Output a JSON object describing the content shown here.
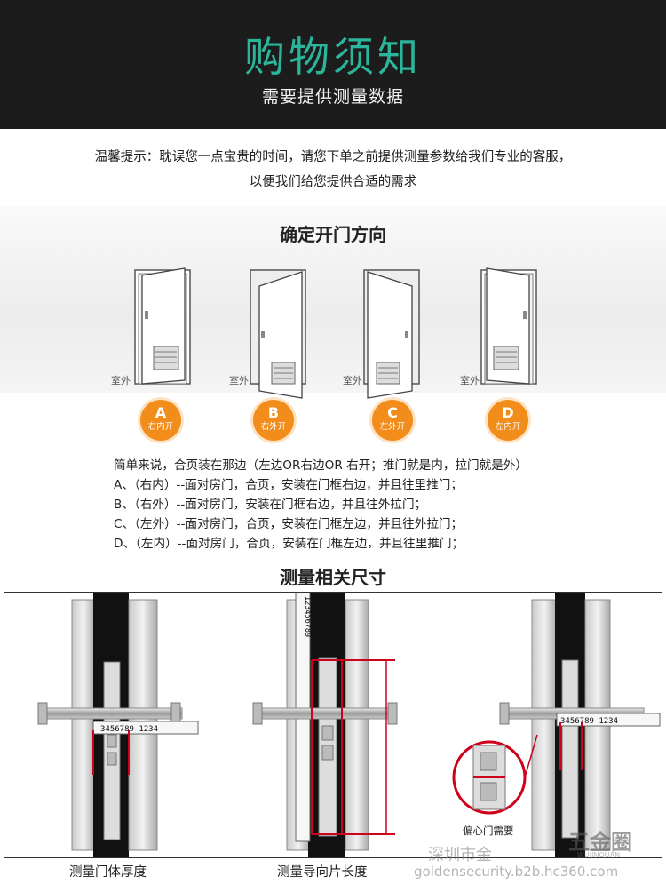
{
  "header": {
    "title": "购物须知",
    "subtitle": "需要提供测量数据"
  },
  "tip": {
    "line1": "温馨提示：耽误您一点宝贵的时间，请您下单之前提供测量参数给我们专业的客服，",
    "line2": "以便我们给您提供合适的需求"
  },
  "direction_section": {
    "title": "确定开门方向",
    "outside_label": "室外",
    "doors": [
      {
        "letter": "A",
        "label": "右内开"
      },
      {
        "letter": "B",
        "label": "右外开"
      },
      {
        "letter": "C",
        "label": "左外开"
      },
      {
        "letter": "D",
        "label": "左内开"
      }
    ],
    "description": [
      "简单来说，合页装在那边（左边OR右边OR 右开；推门就是内，拉门就是外）",
      "A、（右内）--面对房门，合页，安装在门框右边，并且往里推门；",
      "B、（右外）--面对房门，安装在门框右边，并且往外拉门；",
      "C、（左外）--面对房门，合页，安装在门框左边，并且往外拉门；",
      "D、（左内）--面对房门，合页，安装在门框左边，并且往里推门；"
    ]
  },
  "measure_section": {
    "title": "测量相关尺寸",
    "ruler_h": "3456789 1234",
    "ruler_v": "123456789",
    "zoom_label": "偏心门需要",
    "captions": [
      "测量门体厚度",
      "测量导向片长度"
    ]
  },
  "watermark": {
    "cn": "深圳市金",
    "logo": "五金圈",
    "logo_en": "WUJINQUAN",
    "url": "goldensecurity.b2b.hc360.com"
  },
  "colors": {
    "accent_green": "#2bb59a",
    "badge_orange": "#f28d1c",
    "header_bg": "#1c1c1c",
    "marker_red": "#d0021b"
  }
}
